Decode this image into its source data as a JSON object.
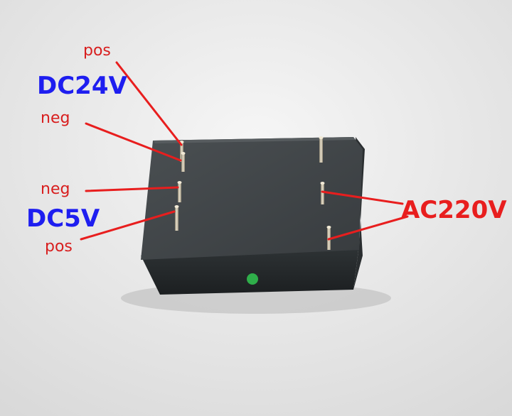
{
  "photo": {
    "subject": "power-module",
    "colors": {
      "background": "#eeeeee",
      "module_top": "#3e4346",
      "module_side": "#262a2c",
      "pin": "#c9bfa8",
      "label_red": "#e81e1e",
      "label_blue": "#1e1ef0",
      "sticker": "#2fae4a"
    }
  },
  "labels": {
    "dc24v_pos": "pos",
    "dc24v": "DC24V",
    "dc24v_neg": "neg",
    "dc5v_neg": "neg",
    "dc5v": "DC5V",
    "dc5v_pos": "pos",
    "ac220v": "AC220V"
  }
}
